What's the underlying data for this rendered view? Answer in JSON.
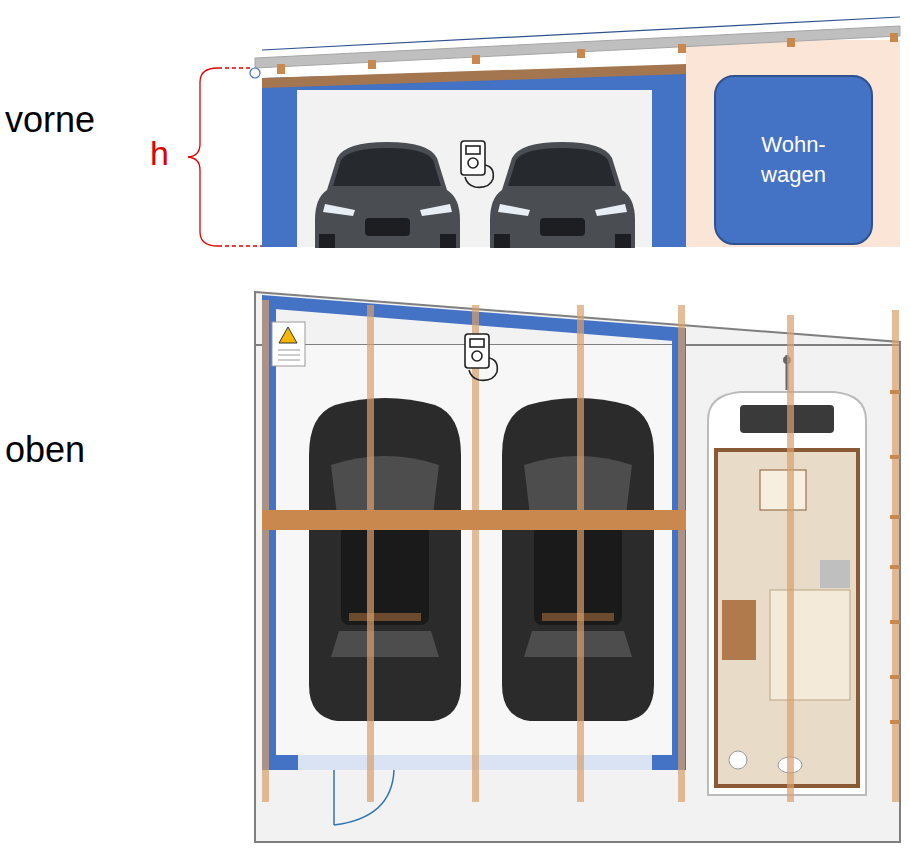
{
  "diagram": {
    "nodes": [
      {
        "text": [
          "Wohn- wagen"
        ]
      }
    ],
    "labels": [
      "vorne",
      "h",
      "oben"
    ]
  }
}
